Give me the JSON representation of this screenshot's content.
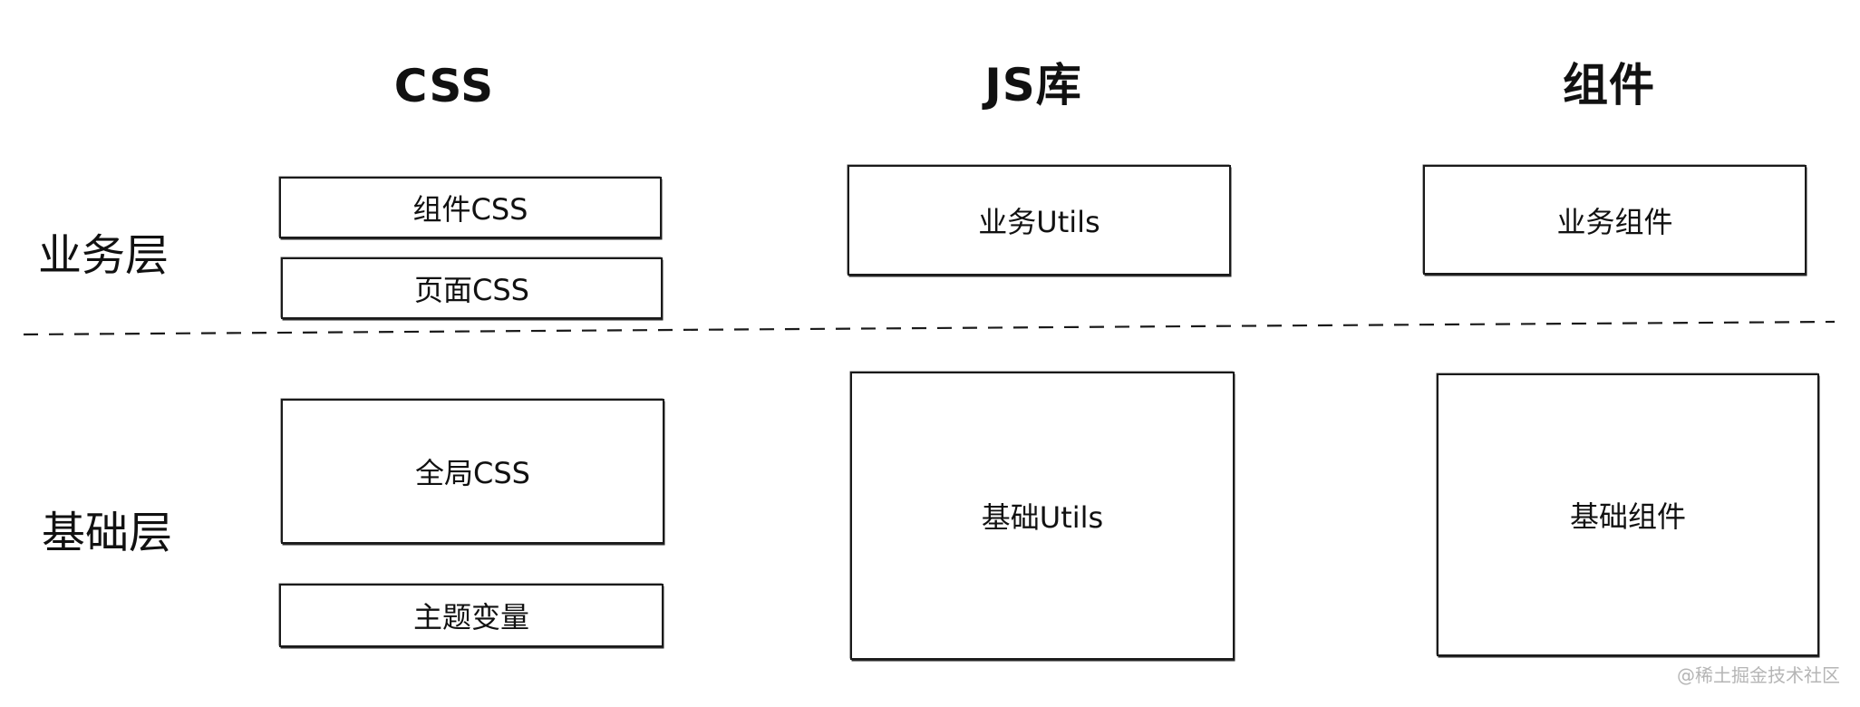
{
  "columns": {
    "css": "CSS",
    "js": "JS库",
    "components": "组件"
  },
  "rows": {
    "business": "业务层",
    "base": "基础层"
  },
  "boxes": {
    "component_css": "组件CSS",
    "page_css": "页面CSS",
    "business_utils": "业务Utils",
    "business_components": "业务组件",
    "global_css": "全局CSS",
    "theme_vars": "主题变量",
    "base_utils": "基础Utils",
    "base_components": "基础组件"
  },
  "watermark": "@稀土掘金技术社区"
}
